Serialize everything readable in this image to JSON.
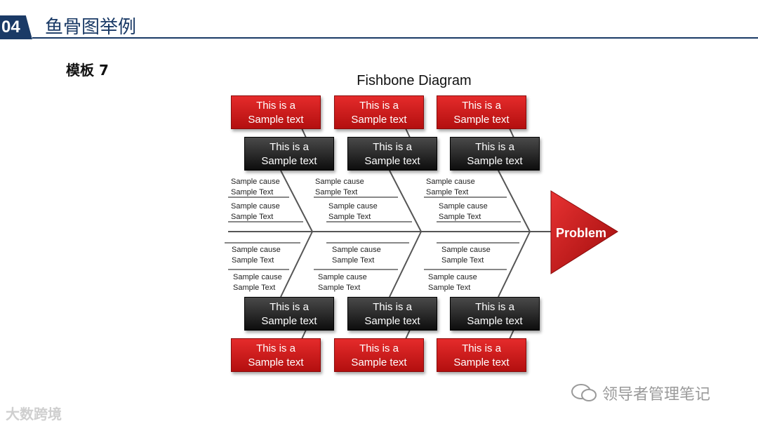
{
  "header": {
    "number": "04",
    "title": "鱼骨图举例"
  },
  "subtitle": "模板 7",
  "diagram": {
    "title": "Fishbone Diagram",
    "head_label": "Problem",
    "top_red": [
      {
        "line1": "This is a",
        "line2": "Sample text"
      },
      {
        "line1": "This is a",
        "line2": "Sample text"
      },
      {
        "line1": "This is a",
        "line2": "Sample text"
      }
    ],
    "top_black": [
      {
        "line1": "This is a",
        "line2": "Sample text"
      },
      {
        "line1": "This is a",
        "line2": "Sample text"
      },
      {
        "line1": "This is a",
        "line2": "Sample text"
      }
    ],
    "bottom_black": [
      {
        "line1": "This is a",
        "line2": "Sample text"
      },
      {
        "line1": "This is a",
        "line2": "Sample text"
      },
      {
        "line1": "This is a",
        "line2": "Sample text"
      }
    ],
    "bottom_red": [
      {
        "line1": "This is a",
        "line2": "Sample text"
      },
      {
        "line1": "This is a",
        "line2": "Sample text"
      },
      {
        "line1": "This is a",
        "line2": "Sample text"
      }
    ],
    "causes": [
      {
        "line1": "Sample cause",
        "line2": "Sample Text"
      },
      {
        "line1": "Sample cause",
        "line2": "Sample Text"
      },
      {
        "line1": "Sample cause",
        "line2": "Sample Text"
      },
      {
        "line1": "Sample cause",
        "line2": "Sample Text"
      },
      {
        "line1": "Sample cause",
        "line2": "Sample Text"
      },
      {
        "line1": "Sample cause",
        "line2": "Sample Text"
      },
      {
        "line1": "Sample cause",
        "line2": "Sample Text"
      },
      {
        "line1": "Sample cause",
        "line2": "Sample Text"
      },
      {
        "line1": "Sample cause",
        "line2": "Sample Text"
      },
      {
        "line1": "Sample cause",
        "line2": "Sample Text"
      },
      {
        "line1": "Sample cause",
        "line2": "Sample Text"
      },
      {
        "line1": "Sample cause",
        "line2": "Sample Text"
      }
    ]
  },
  "watermarks": {
    "left": "大数跨境",
    "right": "领导者管理笔记"
  },
  "colors": {
    "navy": "#1a3a66",
    "red": "#cc1a1a",
    "black": "#1a1a1a"
  }
}
